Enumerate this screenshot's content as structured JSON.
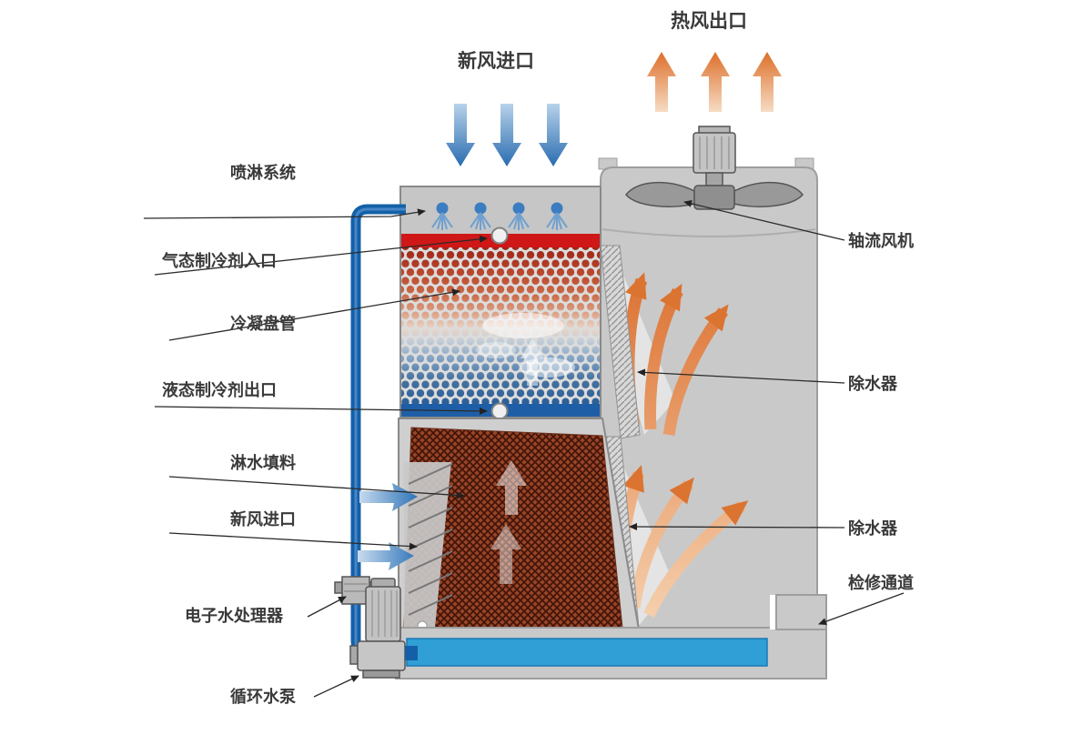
{
  "diagram_type": "closed-circuit-cooling-tower-schematic",
  "labels": {
    "hot_air_outlet": "热风出口",
    "fresh_air_inlet_top": "新风进口",
    "spray_system": "喷淋系统",
    "gas_refrigerant_inlet": "气态制冷剂入口",
    "condenser_coil": "冷凝盘管",
    "liquid_refrigerant_outlet": "液态制冷剂出口",
    "fill_media": "淋水填料",
    "fresh_air_inlet_side": "新风进口",
    "electronic_water_treater": "电子水处理器",
    "circulating_pump": "循环水泵",
    "axial_fan": "轴流风机",
    "drift_eliminator_upper": "除水器",
    "drift_eliminator_lower": "除水器",
    "service_access": "检修通道"
  },
  "colors": {
    "hot_air_arrow": "#dd7736",
    "cold_air_arrow": "#2f74b8",
    "pipe_blue": "#1460a8",
    "basin_water": "#2f9fd6",
    "red_header": "#cf1717",
    "blue_header": "#1e5ea6",
    "coil_hot_dots": "#9e2418",
    "coil_cold_dots": "#2d5f98",
    "tower_body_gray": "#c9c9c9",
    "fill_media_rust": "#9a4526"
  }
}
